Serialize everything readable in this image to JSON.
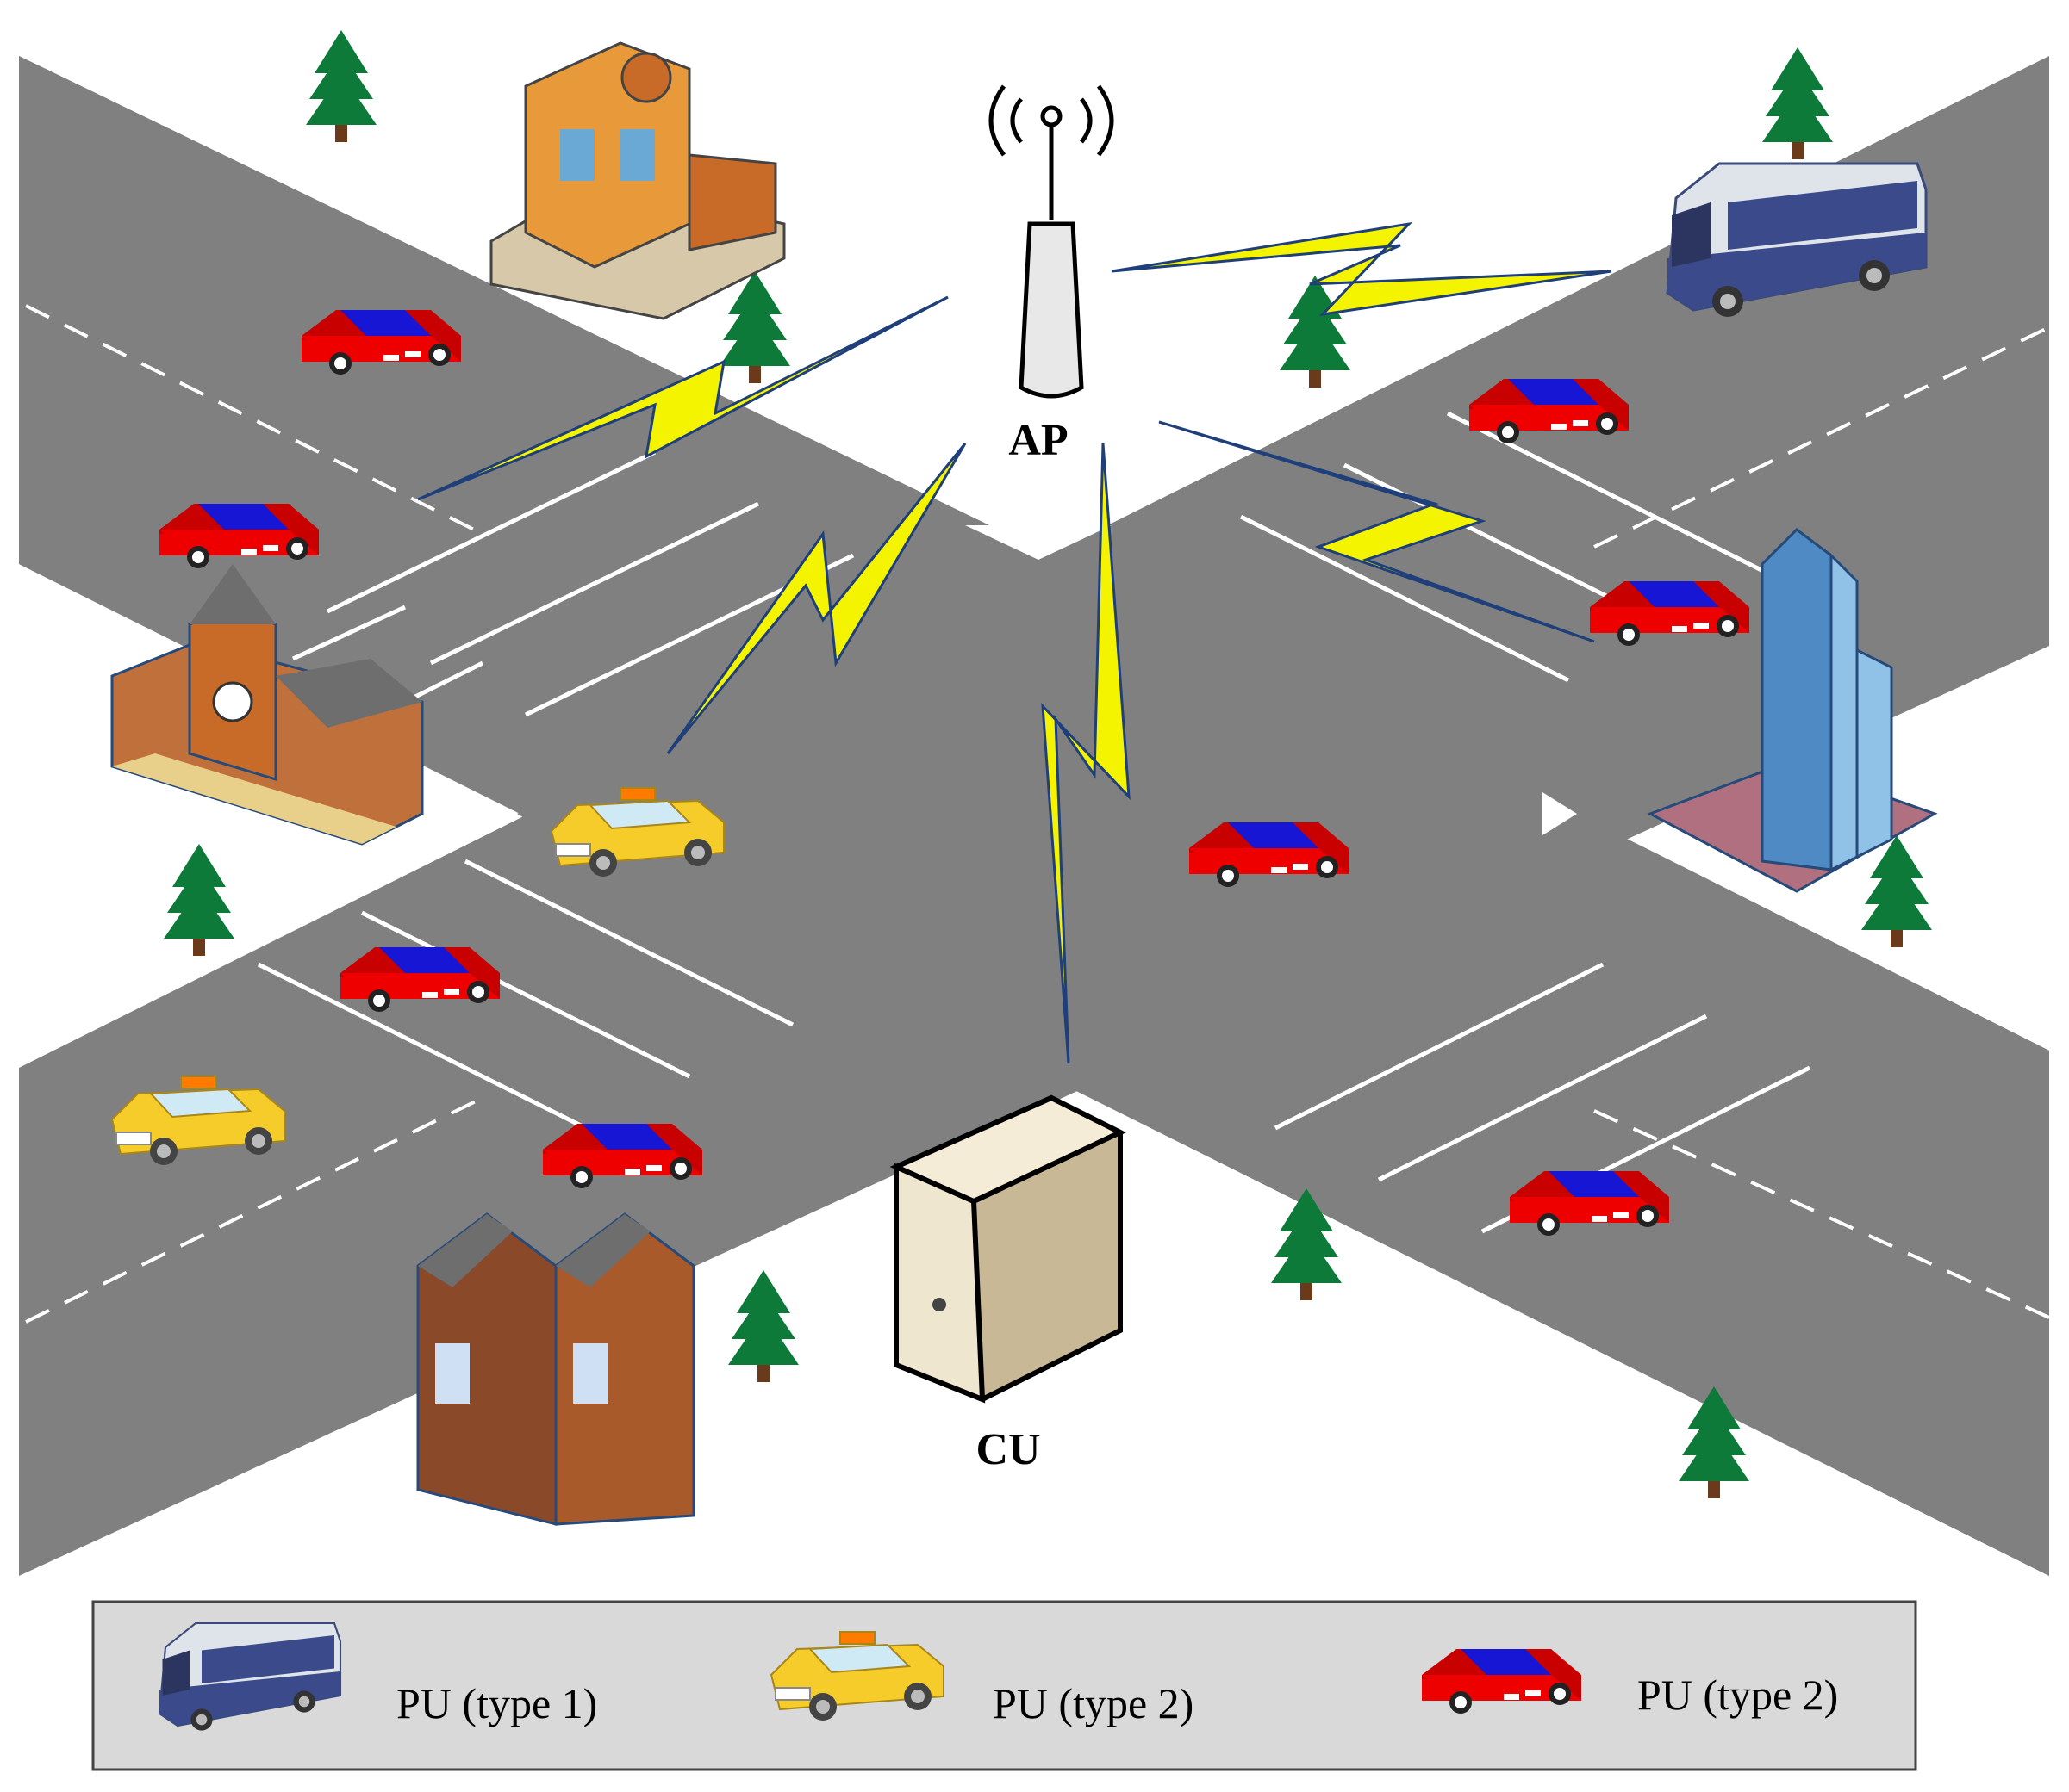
{
  "labels": {
    "access_point": "AP",
    "central_unit": "CU"
  },
  "legend": [
    {
      "icon": "bus-icon",
      "label": "PU (type 1)"
    },
    {
      "icon": "taxi-icon",
      "label": "PU (type 2)"
    },
    {
      "icon": "red-car-icon",
      "label": "PU (type 2)"
    }
  ],
  "colors": {
    "road": "#808080",
    "lane_marking": "#ffffff",
    "lightning": "#f4f400",
    "lightning_outline": "#1f3f7a",
    "car_body": "#ee0000",
    "car_roof": "#1616d4",
    "taxi_body": "#f6cc2a",
    "bus_body": "#dfe3ea",
    "tree": "#0e7a3a",
    "legend_bg": "#d9d9d9"
  }
}
